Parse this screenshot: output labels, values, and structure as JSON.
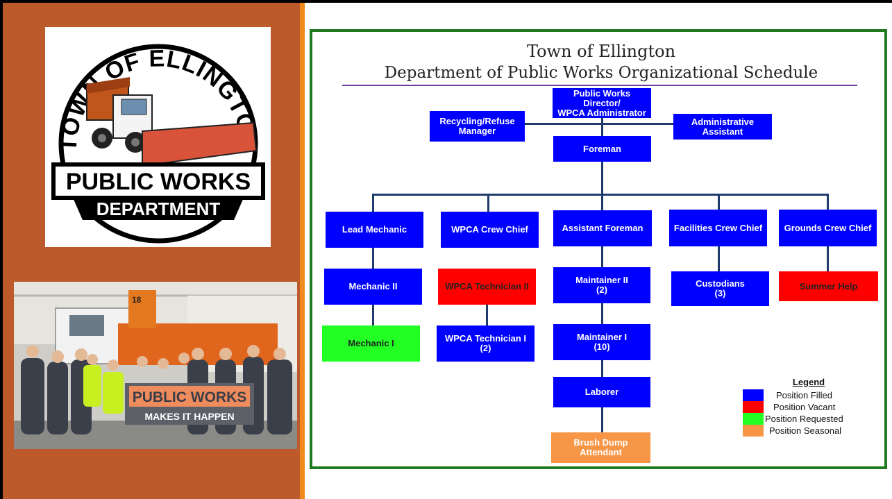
{
  "title_line1": "Town of Ellington",
  "title_line2": "Department of Public Works Organizational Schedule",
  "logo": {
    "top_text": "TOWN OF ELLINGTON",
    "middle_text": "PUBLIC WORKS",
    "bottom_text": "DEPARTMENT"
  },
  "photo": {
    "banner_line1": "PUBLIC WORKS",
    "banner_line2": "MAKES IT HAPPEN",
    "truck_number": "18"
  },
  "nodes": {
    "director": "Public Works Director/\nWPCA Administrator",
    "recycling": "Recycling/Refuse\nManager",
    "admin": "Administrative\nAssistant",
    "foreman": "Foreman",
    "lead_mechanic": "Lead Mechanic",
    "wpca_crew_chief": "WPCA Crew Chief",
    "assistant_foreman": "Assistant Foreman",
    "facilities_crew_chief": "Facilities Crew Chief",
    "grounds_crew_chief": "Grounds Crew Chief",
    "mechanic_ii": "Mechanic II",
    "wpca_tech_ii": "WPCA Technician II",
    "maintainer_ii": "Maintainer II\n(2)",
    "custodians": "Custodians\n(3)",
    "summer_help": "Summer Help",
    "mechanic_i": "Mechanic I",
    "wpca_tech_i": "WPCA Technician I\n(2)",
    "maintainer_i": "Maintainer I\n(10)",
    "laborer": "Laborer",
    "brush_dump": "Brush Dump Attendant"
  },
  "legend": {
    "title": "Legend",
    "items": [
      {
        "label": "Position Filled",
        "color": "#0000ff"
      },
      {
        "label": "Position Vacant",
        "color": "#ff0000"
      },
      {
        "label": "Position Requested",
        "color": "#22ff22"
      },
      {
        "label": "Position Seasonal",
        "color": "#f79646"
      }
    ]
  }
}
